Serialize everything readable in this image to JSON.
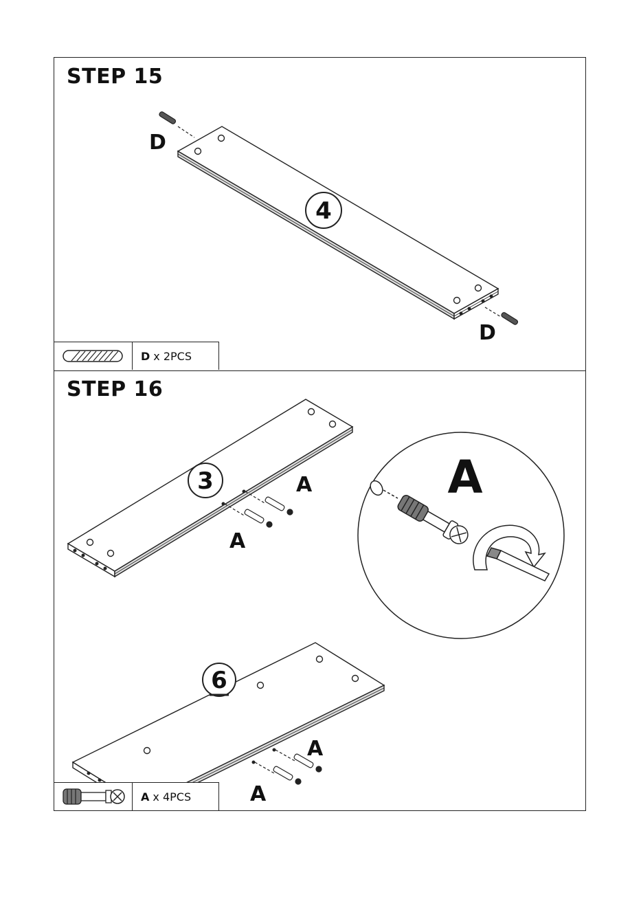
{
  "step15": {
    "title": "STEP 15",
    "part_number": "4",
    "dowel_label": "D",
    "part_letter": "D",
    "part_qty": "x 2PCS"
  },
  "step16": {
    "title": "STEP 16",
    "part_number_top": "3",
    "part_number_bottom": "6",
    "cam_label": "A",
    "detail_label": "A",
    "part_letter": "A",
    "part_qty": "x 4PCS"
  }
}
